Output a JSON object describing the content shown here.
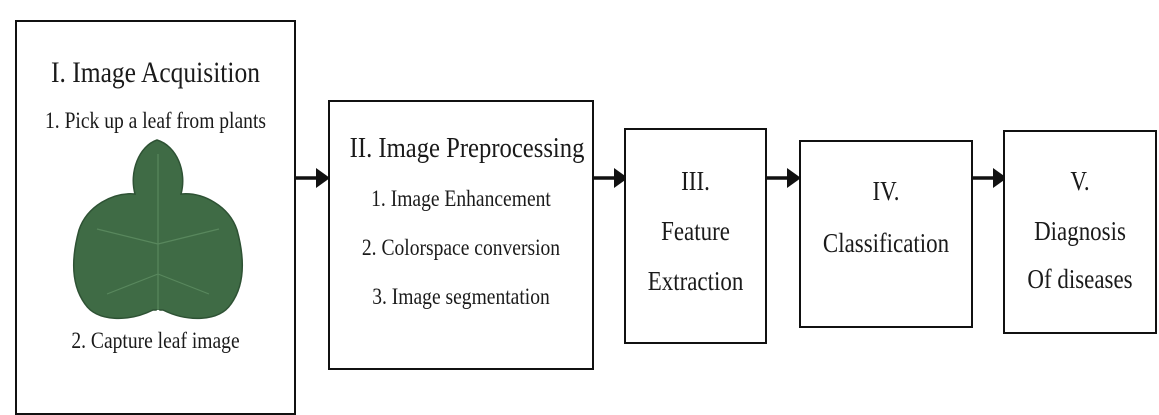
{
  "stages": [
    {
      "title": "I. Image Acquisition",
      "step1": "1. Pick up a leaf from plants",
      "step2": "2. Capture leaf image",
      "image": "leaf-icon"
    },
    {
      "title": "II. Image Preprocessing",
      "items": [
        "1. Image Enhancement",
        "2. Colorspace conversion",
        "3. Image segmentation"
      ]
    },
    {
      "lines": [
        "III.",
        "Feature",
        "Extraction"
      ]
    },
    {
      "lines": [
        "IV.",
        "Classification"
      ]
    },
    {
      "lines": [
        "V.",
        "Diagnosis",
        "Of diseases"
      ]
    }
  ],
  "colors": {
    "leaf": "#3f6b45",
    "leaf_vein": "#5f8f63",
    "border": "#111111"
  }
}
